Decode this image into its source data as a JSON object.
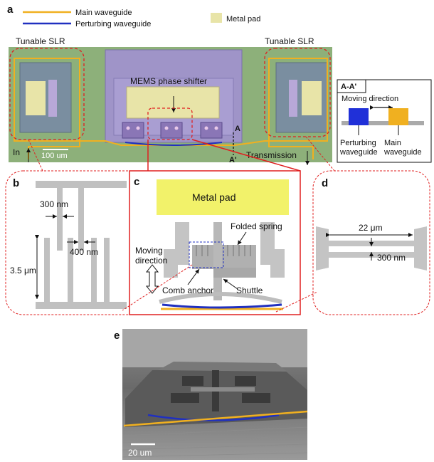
{
  "panels": {
    "a": "a",
    "b": "b",
    "c": "c",
    "d": "d",
    "e": "e"
  },
  "legend": {
    "main_waveguide": "Main waveguide",
    "perturbing_waveguide": "Perturbing waveguide",
    "metal_pad": "Metal pad"
  },
  "colors": {
    "main_waveguide": "#f0b020",
    "perturbing_waveguide": "#2030c0",
    "metal_pad": "#e8e4a8",
    "chip_green": "#8db07a",
    "device_purple": "#9f94c8",
    "dashed_red": "#e02020",
    "gray_structure": "#c0c0c0",
    "pad_yellow": "#f2f26a"
  },
  "panel_a": {
    "tunable_slr_left": "Tunable SLR",
    "tunable_slr_right": "Tunable SLR",
    "mems_phase_shifter": "MEMS phase shifter",
    "input": "In",
    "output": "Transmission",
    "scale_bar": "100 um",
    "section_A": "A",
    "section_A_prime": "A'"
  },
  "cross_section": {
    "title": "A-A'",
    "moving_direction": "Moving direction",
    "perturbing": "Perturbing waveguide",
    "main": "Main waveguide"
  },
  "panel_b": {
    "gap": "300 nm",
    "width": "400 nm",
    "length": "3.5 μm"
  },
  "panel_c": {
    "metal_pad": "Metal pad",
    "folded_spring": "Folded spring",
    "moving_direction": "Moving direction",
    "comb_anchor": "Comb anchor",
    "shuttle": "Shuttle"
  },
  "panel_d": {
    "length": "22 μm",
    "gap": "300 nm"
  },
  "panel_e": {
    "scale_bar": "20 um"
  }
}
